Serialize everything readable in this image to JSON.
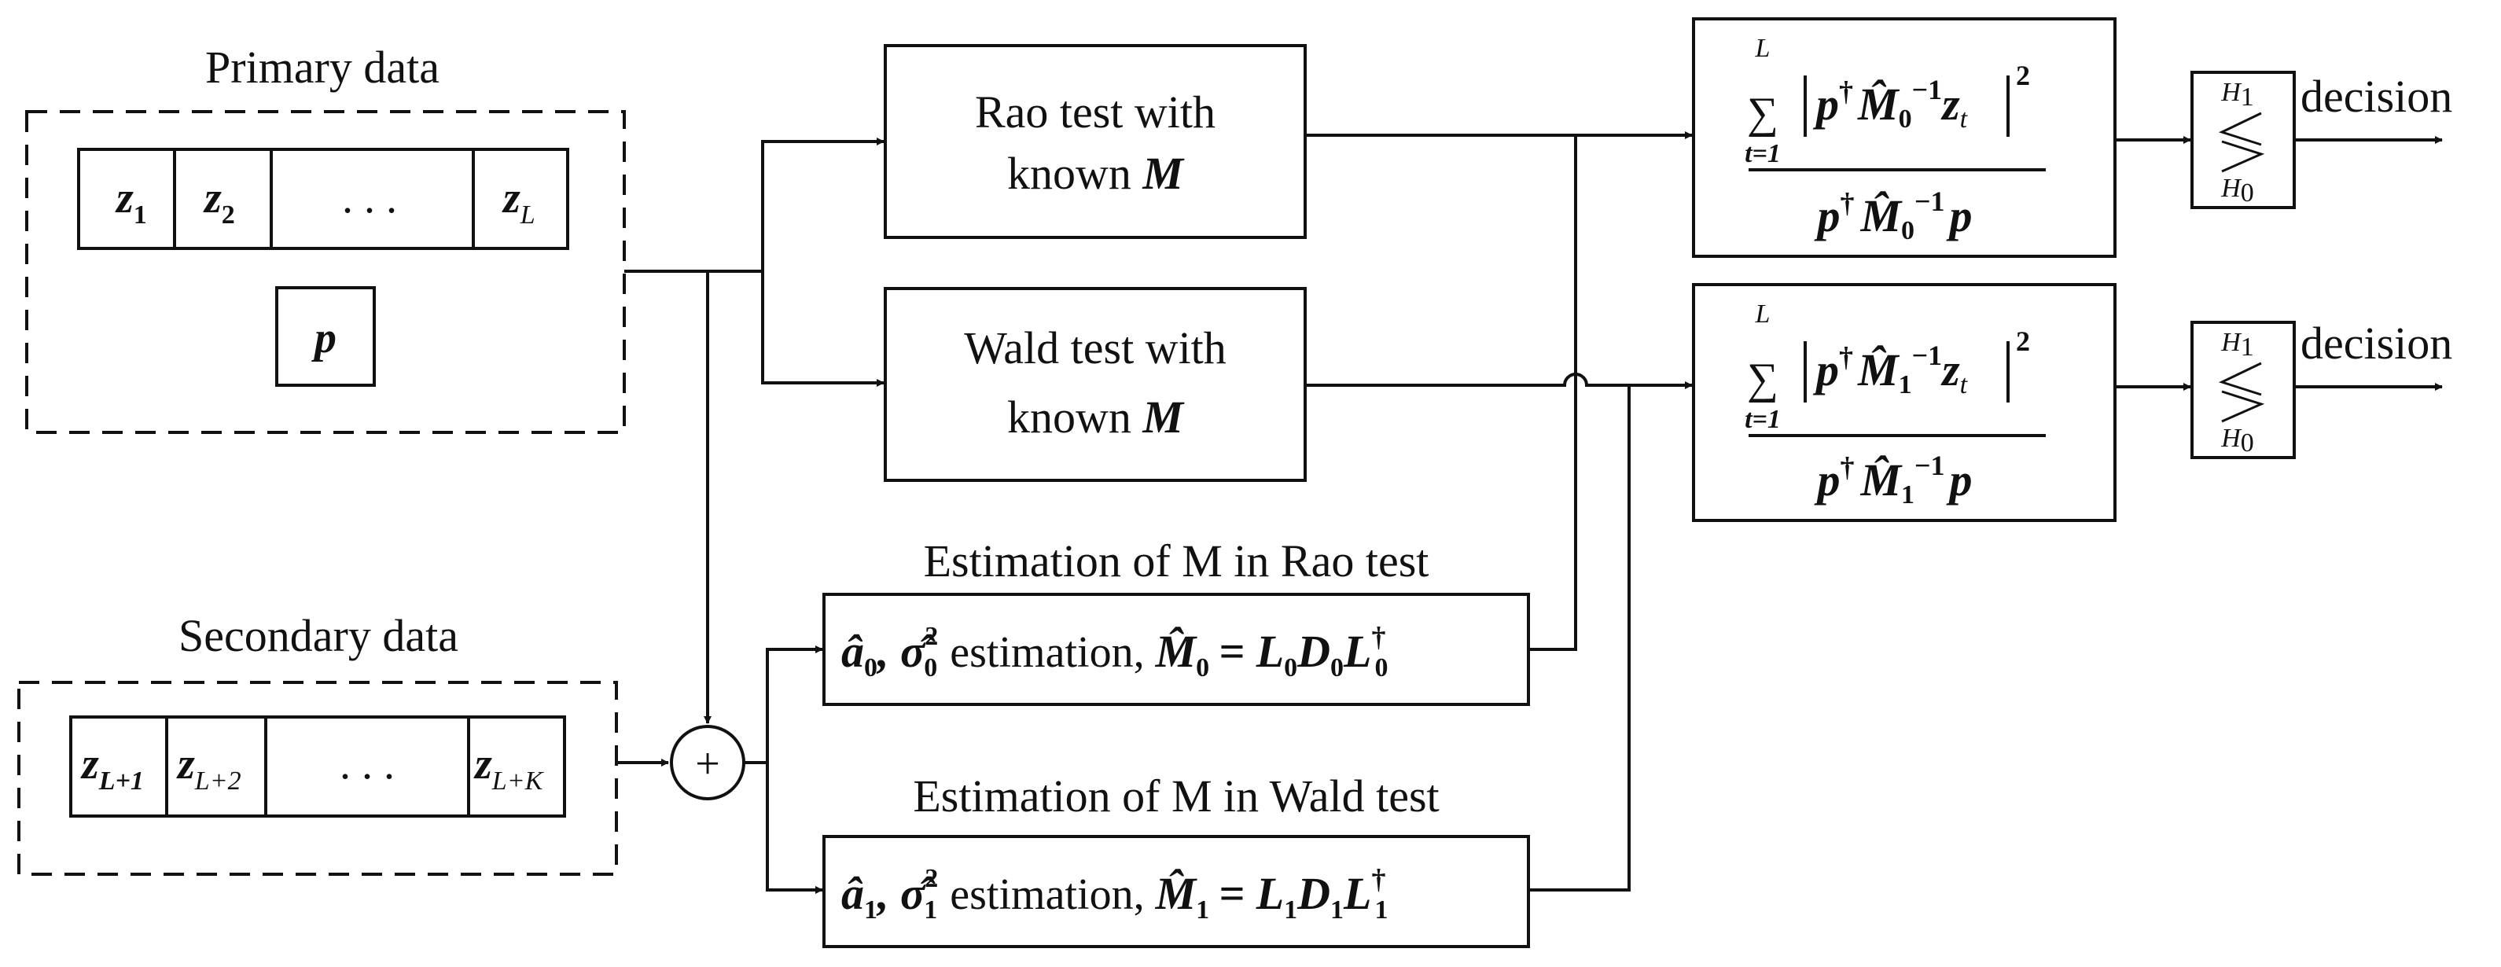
{
  "primary": {
    "title": "Primary data",
    "cells": [
      {
        "base": "z",
        "sub": "1"
      },
      {
        "base": "z",
        "sub": "2"
      },
      {
        "base": ". . .",
        "sub": ""
      },
      {
        "base": "z",
        "sub": "L"
      }
    ],
    "steering": "p"
  },
  "secondary": {
    "title": "Secondary data",
    "cells": [
      {
        "base": "z",
        "sub": "L+1"
      },
      {
        "base": "z",
        "sub": "L+2"
      },
      {
        "base": ". . .",
        "sub": ""
      },
      {
        "base": "z",
        "sub": "L+K"
      }
    ]
  },
  "summer": {
    "symbol": "+"
  },
  "rao": {
    "line1": "Rao test with",
    "line2_text": "known ",
    "line2_var": "M"
  },
  "wald": {
    "line1": "Wald test with",
    "line2_text": "known ",
    "line2_var": "M"
  },
  "est_rao": {
    "title": "Estimation of M in Rao test",
    "params": "â",
    "sub": "0",
    "sigma": "σ̂",
    "word": "estimation,",
    "mhat": "M̂",
    "rhs": "= L",
    "d": "D",
    "l": "L",
    "dagger": "†"
  },
  "est_wald": {
    "title": "Estimation of M in Wald test",
    "params": "â",
    "sub": "1",
    "sigma": "σ̂",
    "word": "estimation,",
    "mhat": "M̂",
    "rhs": "= L",
    "d": "D",
    "l": "L",
    "dagger": "†"
  },
  "stat_rao": {
    "sum_upper": "L",
    "sum_lower": "t=1",
    "index": "0",
    "z_sub": "t",
    "exp": "2"
  },
  "stat_wald": {
    "sum_upper": "L",
    "sum_lower": "t=1",
    "index": "1",
    "z_sub": "t",
    "exp": "2"
  },
  "threshold": {
    "upper": "H",
    "upper_sub": "1",
    "lower": "H",
    "lower_sub": "0"
  },
  "outputs": {
    "rao": "decision",
    "wald": "decision"
  }
}
